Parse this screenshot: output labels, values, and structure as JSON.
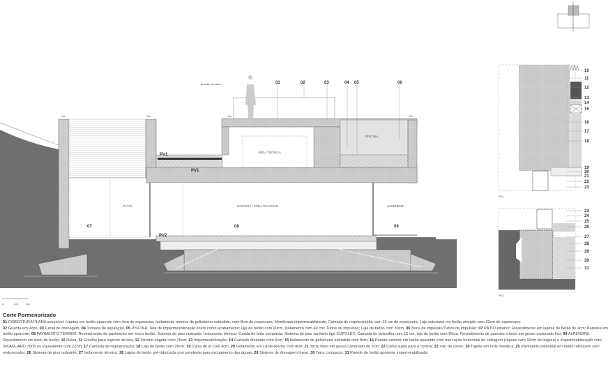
{
  "drawing": {
    "glass_guard_label": "guarda em vidro",
    "callouts_top": [
      "01",
      "02",
      "03",
      "04",
      "05",
      "06"
    ],
    "slopes": [
      "1%",
      "1%",
      "1%",
      "1%"
    ],
    "detail_tag_pv1": "PV1",
    "detail_tag_pv2": "PV2",
    "rooms": {
      "technical_area": "ÁREA TÉCNICA",
      "pool": "PISCINA",
      "patio": "PÁTIO",
      "kitchen": "COZINHA / ZONA DE ESTAR",
      "porch": "ALPENDRE"
    },
    "callouts_floor": [
      "07",
      "08",
      "09"
    ],
    "scale_bar": [
      "0",
      "0.5",
      "1m"
    ]
  },
  "details": {
    "pv1": {
      "caption": "PV1",
      "callouts": [
        "10",
        "11",
        "12",
        "13",
        "14",
        "15",
        "16",
        "17",
        "18",
        "19",
        "20",
        "21",
        "22",
        "23"
      ]
    },
    "pv2": {
      "caption": "PV2",
      "callouts": [
        "23",
        "24",
        "25",
        "26",
        "27",
        "28",
        "29",
        "30",
        "31"
      ]
    }
  },
  "legend": {
    "title": "Corte Pormenorizado",
    "items": [
      {
        "n": "01",
        "t": "COBERTURA PLANA acessível: Lajetas em betão aparente com 4cm de espessura; Isolamento térmico de polistireno extrudido, com 8cm de espessura; Membrana impermeabilizante; Camada de regularização com 15 cm de espessura; Laje estrutural em betão armado com 20cm de espessura;"
      },
      {
        "n": "02",
        "t": "Guarda em vidro,"
      },
      {
        "n": "03",
        "t": "Canal de drenagem,"
      },
      {
        "n": "04",
        "t": "Tomada de aspiração,"
      },
      {
        "n": "05",
        "t": "PISCINA: Tela de impermeabilização liners como acabamento; laje de betão com 20cm, Isolamento com 40 cm; Tubos de impulsão; Laje de betão com 30cm,"
      },
      {
        "n": "06",
        "t": "Boca de impulsão/Tubos de impulsão;"
      },
      {
        "n": "07",
        "t": "PÁTIO exterior: Revestimento em lajetas de betão de 4cm; Paredes em betão aparente;"
      },
      {
        "n": "08",
        "t": "PAVIMENTO TÉRREO: Revestimento do pavimento em micro-betão; Sistema de piso radeante; Isolamento térmico; Caada de brita compacta; Sistema de piso sanitário tipo CUPOLEX; Camada de betonilha com 15 cm; laje de betão com 80cm; Revestimento de paredes e tecto em gesso cartonado liso;"
      },
      {
        "n": "09",
        "t": "ALPENDRE: Revestimento em deck de betão;"
      },
      {
        "n": "10",
        "t": "Relva;"
      },
      {
        "n": "11",
        "t": "Entalhe para suporte da tela;"
      },
      {
        "n": "12",
        "t": "Terreno vegetal com 15cm;"
      },
      {
        "n": "13",
        "t": "Impermeabilização;"
      },
      {
        "n": "14",
        "t": "Camada drenante com 6cm;"
      },
      {
        "n": "15",
        "t": "Isolamento de polistireno extrudido com 8cm;"
      },
      {
        "n": "16",
        "t": "Parede exterior em betão aparente com marcação horizontal de cofragem (réguas com 10cm de largura) e impermeabilização com SIKAGUARD 700S ou equivalente com 22cm;"
      },
      {
        "n": "17",
        "t": "Camada de regularização;"
      },
      {
        "n": "18",
        "t": "Laje de betão com 26cm;"
      },
      {
        "n": "19",
        "t": "Caixa de ar com 4cm;"
      },
      {
        "n": "20",
        "t": "Isolamento em Lã-de-Rocha com 4cm;"
      },
      {
        "n": "21",
        "t": "Tecto falso em gesso cartonado de 2cm;"
      },
      {
        "n": "22",
        "t": "Calha supla para a cortina;"
      },
      {
        "n": "23",
        "t": "Vão de correr;"
      },
      {
        "n": "24",
        "t": "Tapete em rede metálica;"
      },
      {
        "n": "25",
        "t": "Pavimento industrial em betão reforçado com endurecedor;"
      },
      {
        "n": "26",
        "t": "Sistema de piso radeante;"
      },
      {
        "n": "27",
        "t": "Isolamento térmico;"
      },
      {
        "n": "28",
        "t": "Lajeta de betão pré-fabricada com pendente para escoamento das águas;"
      },
      {
        "n": "29",
        "t": "Sistema de drenagem linear;"
      },
      {
        "n": "30",
        "t": "Terra compacta;"
      },
      {
        "n": "31",
        "t": "Parede de betão aparente impermeabilizada;"
      }
    ]
  }
}
